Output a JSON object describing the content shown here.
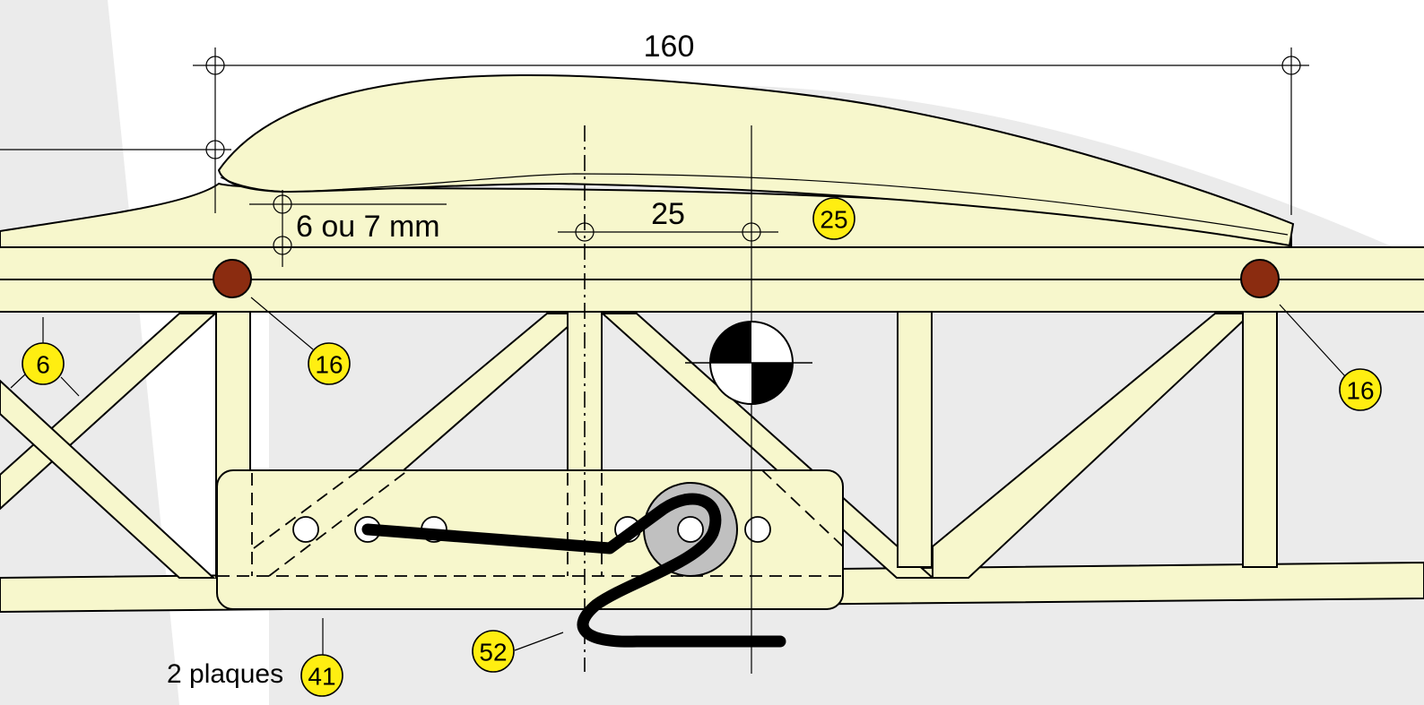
{
  "dimensions": {
    "span": "160",
    "offset": "25",
    "gap": "6 ou 7 mm"
  },
  "labels": {
    "plates": "2 plaques"
  },
  "callouts": {
    "c6": "6",
    "c16_left": "16",
    "c16_right": "16",
    "c25": "25",
    "c41": "41",
    "c52": "52"
  },
  "colors": {
    "wood": "#f7f7cc",
    "background_shade": "#ebebeb",
    "dowel": "#8b2c10",
    "badge": "#ffee11",
    "horn_disc": "#c0c0c0"
  }
}
